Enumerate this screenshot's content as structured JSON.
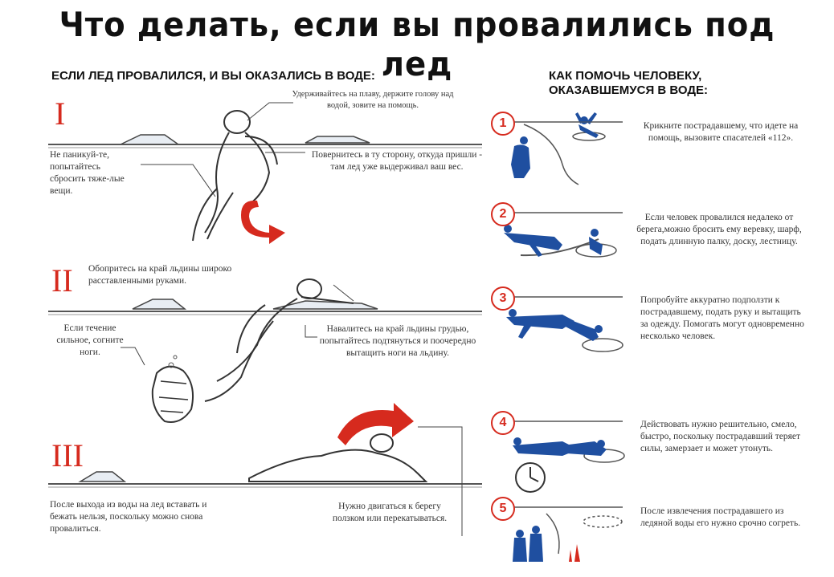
{
  "title": "Что делать, если вы провалились под лед",
  "left": {
    "heading": "ЕСЛИ ЛЕД ПРОВАЛИЛСЯ, И ВЫ ОКАЗАЛИСЬ В ВОДЕ:",
    "sections": [
      {
        "roman": "I",
        "texts": [
          "Удерживайтесь на плаву, держите голову над водой, зовите на помощь.",
          "Не паникуй-те, попытайтесь сбросить тяже-лые вещи.",
          "Повернитесь в ту сторону, откуда пришли - там лед уже выдерживал ваш вес."
        ]
      },
      {
        "roman": "II",
        "texts": [
          "Обопритесь на край льдины широко расставленными руками.",
          "Если течение сильное, согните ноги.",
          "Навалитесь на край льдины грудью, попытайтесь подтянуться и поочередно вытащить ноги на льдину."
        ]
      },
      {
        "roman": "III",
        "texts": [
          "После выхода из воды на лед вставать и бежать нельзя, поскольку можно снова провалиться.",
          "Нужно двигаться к берегу ползком или перекатываться."
        ]
      }
    ]
  },
  "right": {
    "heading": "КАК ПОМОЧЬ ЧЕЛОВЕКУ, ОКАЗАВШЕМУСЯ В ВОДЕ:",
    "steps": [
      {
        "num": "1",
        "text": "Крикните пострадавшему, что идете на помощь, вызовите спасателей «112»."
      },
      {
        "num": "2",
        "text": "Если человек провалился недалеко от берега,можно бросить ему веревку, шарф, подать длинную палку, доску, лестницу."
      },
      {
        "num": "3",
        "text": "Попробуйте аккуратно подползти к пострадавшему, подать руку и вытащить за одежду. Помогать могут одновременно несколько человек."
      },
      {
        "num": "4",
        "text": "Действовать нужно решительно, смело, быстро, поскольку пострадавший теряет силы, замерзает и может утонуть."
      },
      {
        "num": "5",
        "text": "После извлечения пострадавшего из ледяной воды его нужно срочно согреть."
      }
    ]
  },
  "colors": {
    "accent": "#d62a1e",
    "figure": "#1f4fa0",
    "ice": "#e8edf3",
    "water": "#b9d3ea"
  }
}
